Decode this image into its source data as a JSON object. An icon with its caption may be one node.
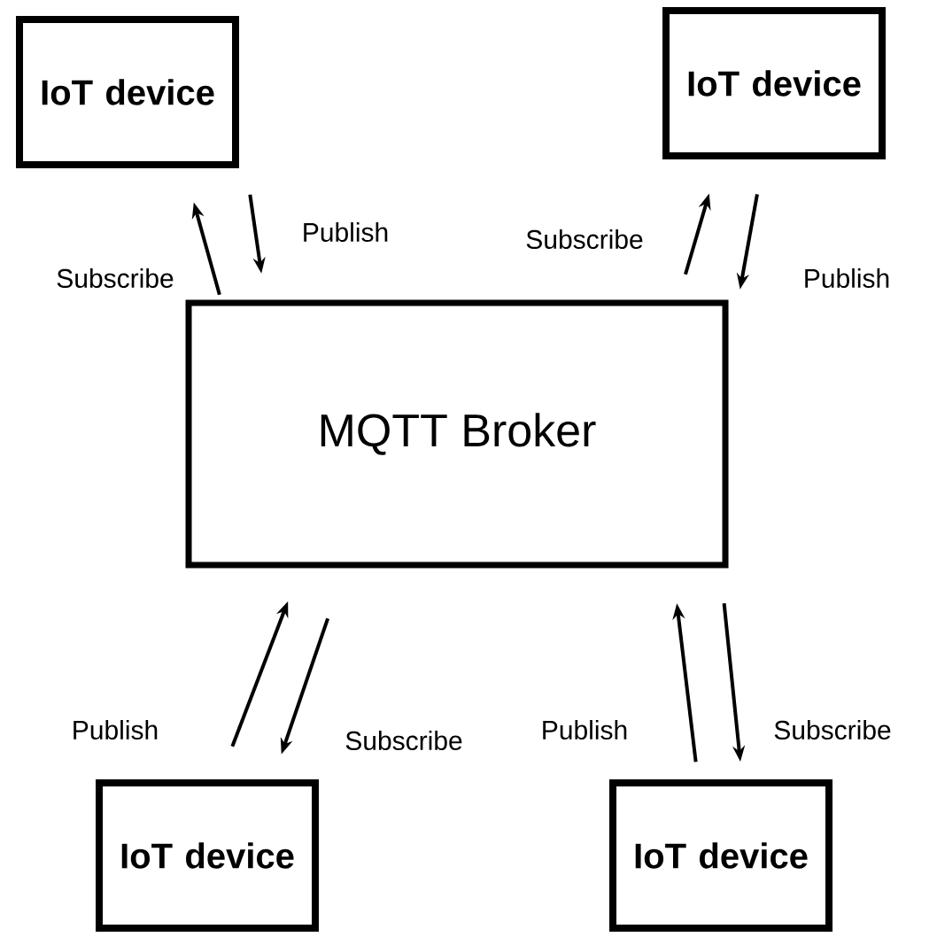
{
  "diagram": {
    "nodes": [
      {
        "text": [
          "IoT device"
        ]
      },
      {
        "text": [
          "IoT device"
        ]
      },
      {
        "text": [
          "MQTT Broker"
        ]
      },
      {
        "text": [
          "IoT device"
        ]
      },
      {
        "text": [
          "IoT device"
        ]
      }
    ],
    "edges": [
      {
        "from": 2,
        "to": 0,
        "arrow": "to",
        "label": "Subscribe"
      },
      {
        "from": 0,
        "to": 2,
        "arrow": "to",
        "label": "Publish"
      },
      {
        "from": 2,
        "to": 1,
        "arrow": "to",
        "label": "Subscribe"
      },
      {
        "from": 1,
        "to": 2,
        "arrow": "to",
        "label": "Publish"
      },
      {
        "from": 3,
        "to": 2,
        "arrow": "to",
        "label": "Publish"
      },
      {
        "from": 2,
        "to": 3,
        "arrow": "to",
        "label": "Subscribe"
      },
      {
        "from": 4,
        "to": 2,
        "arrow": "to",
        "label": "Publish"
      },
      {
        "from": 2,
        "to": 4,
        "arrow": "to",
        "label": "Subscribe"
      }
    ]
  }
}
